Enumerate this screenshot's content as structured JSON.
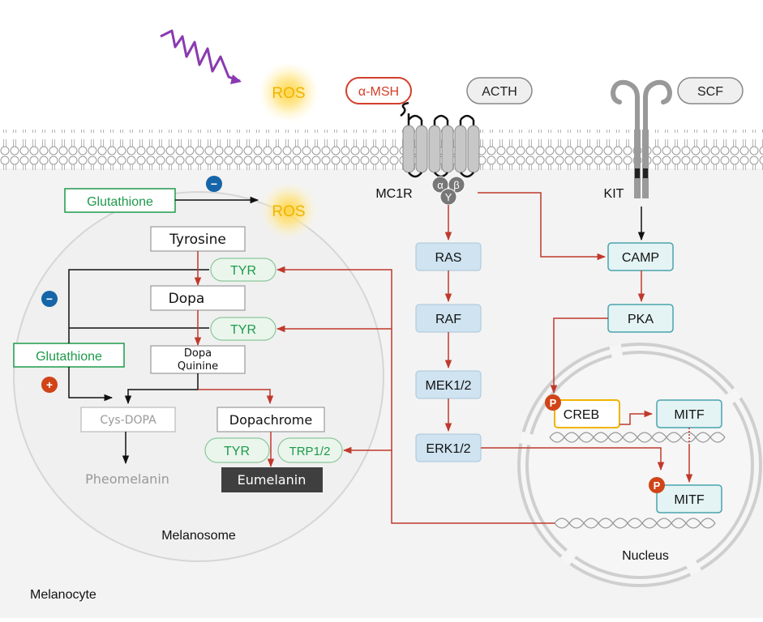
{
  "labels": {
    "ros_top": "ROS",
    "ros_mid": "ROS",
    "alpha_msh": "α-MSH",
    "acth": "ACTH",
    "scf": "SCF",
    "mc1r": "MC1R",
    "kit": "KIT",
    "alpha": "α",
    "beta": "β",
    "gamma": "Y",
    "glutathione_top": "Glutathione",
    "glutathione_left": "Glutathione",
    "minus_sign": "−",
    "plus_sign": "+",
    "tyrosine": "Tyrosine",
    "tyr_1": "TYR",
    "dopa": "Dopa",
    "tyr_2": "TYR",
    "dopa_quinine_1": "Dopa",
    "dopa_quinine_2": "Quinine",
    "cys_dopa": "Cys-DOPA",
    "pheomelanin": "Pheomelanin",
    "dopachrome": "Dopachrome",
    "tyr_3": "TYR",
    "trp": "TRP1/2",
    "eumelanin": "Eumelanin",
    "melanosome": "Melanosome",
    "melanocyte": "Melanocyte",
    "ras": "RAS",
    "raf": "RAF",
    "mek": "MEK1/2",
    "erk": "ERK1/2",
    "camp": "CAMP",
    "pka": "PKA",
    "creb": "CREB",
    "mitf_1": "MITF",
    "mitf_2": "MITF",
    "p_label": "P",
    "nucleus": "Nucleus"
  },
  "colors": {
    "red_arrow": "#c0392b",
    "green": "#1e9a4b",
    "blue_node": "#cfe3f0",
    "teal_node": "#e4f3f4",
    "teal_border": "#4aa3ad",
    "ros_glow": "#f5c518",
    "msh": "#d0402a",
    "creb_border": "#f0b400",
    "phospho": "#d04418",
    "minus_blue": "#1565a8"
  }
}
